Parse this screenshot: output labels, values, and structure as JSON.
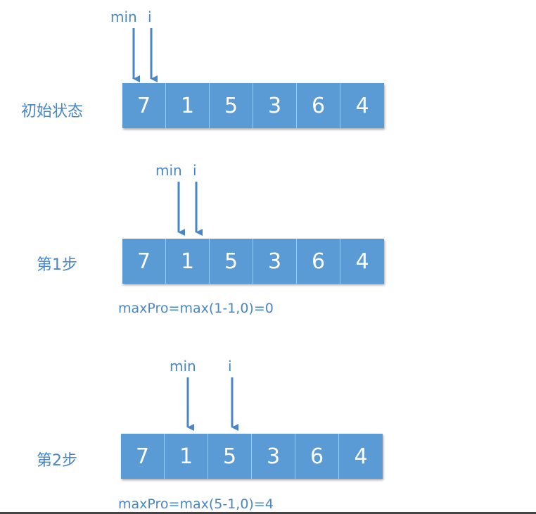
{
  "colors": {
    "accent": "#5b9bd5",
    "text": "#4a86c5",
    "cell_text": "#ffffff"
  },
  "pointer_labels": {
    "min": "min",
    "i": "i"
  },
  "steps": [
    {
      "label": "初始状态",
      "array": [
        "7",
        "1",
        "5",
        "3",
        "6",
        "4"
      ],
      "min_index": 0,
      "i_index": 0,
      "formula": ""
    },
    {
      "label": "第1步",
      "array": [
        "7",
        "1",
        "5",
        "3",
        "6",
        "4"
      ],
      "min_index": 1,
      "i_index": 1,
      "formula": "maxPro=max(1-1,0)=0"
    },
    {
      "label": "第2步",
      "array": [
        "7",
        "1",
        "5",
        "3",
        "6",
        "4"
      ],
      "min_index": 1,
      "i_index": 2,
      "formula": "maxPro=max(5-1,0)=4"
    }
  ]
}
